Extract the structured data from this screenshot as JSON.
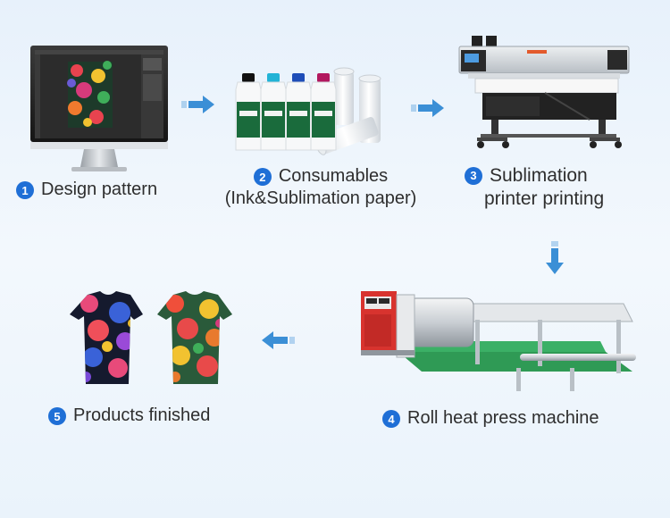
{
  "colors": {
    "accent": "#1f6fd6",
    "arrow": "#3b8fd6",
    "background": "#eaf3fb"
  },
  "steps": [
    {
      "number": "1",
      "title": "Design pattern"
    },
    {
      "number": "2",
      "title": "Consumables",
      "subtitle": "(Ink&Sublimation paper)"
    },
    {
      "number": "3",
      "title": "Sublimation",
      "subtitle": "printer printing"
    },
    {
      "number": "4",
      "title": "Roll heat press machine"
    },
    {
      "number": "5",
      "title": "Products finished"
    }
  ],
  "arrows": [
    "arrow-right",
    "arrow-right",
    "arrow-down",
    "arrow-left"
  ]
}
